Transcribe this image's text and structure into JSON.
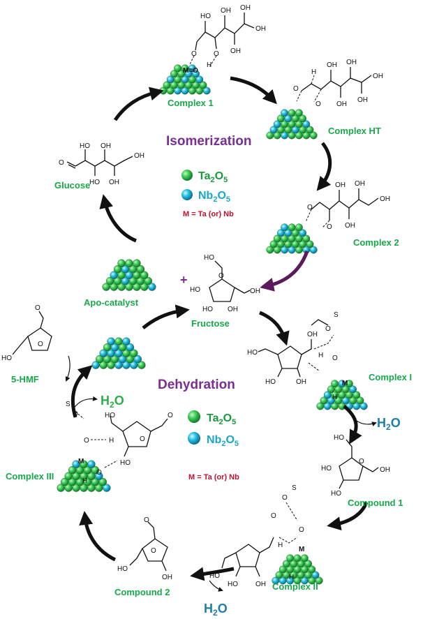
{
  "titles": {
    "isomerization": "Isomerization",
    "dehydration": "Dehydration"
  },
  "legend": {
    "ta2o5": {
      "base": "Ta",
      "sub1": "2",
      "mid": "O",
      "sub2": "5"
    },
    "nb2o5": {
      "base": "Nb",
      "sub1": "2",
      "mid": "O",
      "sub2": "5"
    },
    "metal_note": "M = Ta (or) Nb"
  },
  "labels": {
    "complex_1": "Complex 1",
    "complex_ht": "Complex HT",
    "complex_2": "Complex 2",
    "glucose": "Glucose",
    "apo_catalyst": "Apo-catalyst",
    "fructose": "Fructose",
    "complex_I": "Complex I",
    "complex_II": "Complex II",
    "complex_III": "Complex III",
    "compound_1": "Compound 1",
    "compound_2": "Compound 2",
    "hmf": "5-HMF"
  },
  "water": {
    "h": "H",
    "sub": "2",
    "o": "O"
  },
  "atoms": {
    "oh": "OH",
    "ho": "HO",
    "o": "O",
    "h": "H",
    "m": "M",
    "s": "S",
    "mo": "M=O"
  },
  "colors": {
    "ta_sphere": "#2fbf4f",
    "nb_sphere": "#1fb8d8",
    "label_green": "#17a84a",
    "title_purple": "#7a2e91",
    "note_red": "#c8102e",
    "water_blue": "#1f7fa8",
    "arrow_purple": "#5b1a5a"
  }
}
